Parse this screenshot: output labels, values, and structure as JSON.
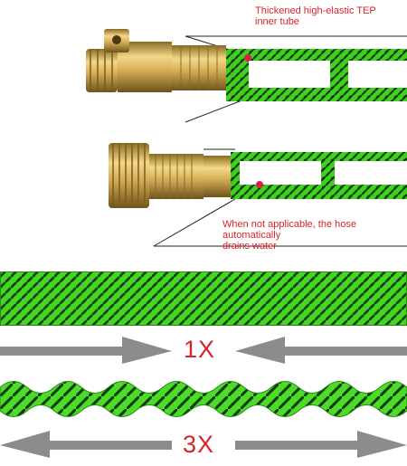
{
  "callouts": {
    "top": {
      "text": "Thickened high-elastic TEP\ninner tube"
    },
    "bottom": {
      "text": "When not applicable, the hose automatically\ndrains water"
    }
  },
  "multipliers": {
    "first": "1X",
    "second": "3X"
  },
  "colors": {
    "hose_green": "#3fd11e",
    "hose_dark": "#0f3a10",
    "brass": "#c9a24a",
    "arrow_gray": "#8c8c8c",
    "annotation_red": "#d8232a"
  },
  "icons": {
    "arrow_left": "arrow-left-icon",
    "arrow_right": "arrow-right-icon"
  }
}
